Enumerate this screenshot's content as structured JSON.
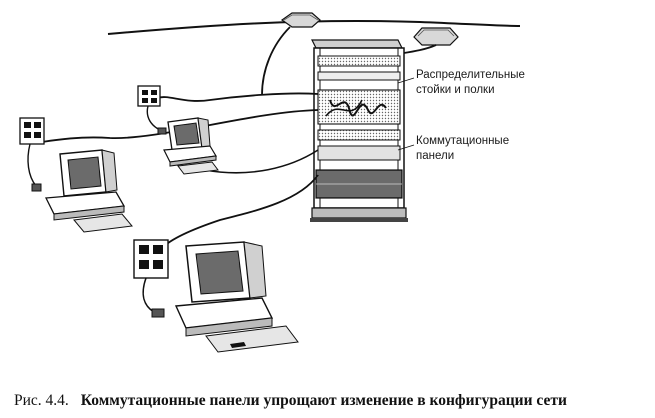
{
  "figure": {
    "caption_number": "Рис. 4.4.",
    "caption_text": "Коммутационные панели упрощают изменение в конфигурации сети"
  },
  "labels": {
    "racks_line1": "Распределительные",
    "racks_line2": "стойки и полки",
    "panels_line1": "Коммутационные",
    "panels_line2": "панели"
  }
}
